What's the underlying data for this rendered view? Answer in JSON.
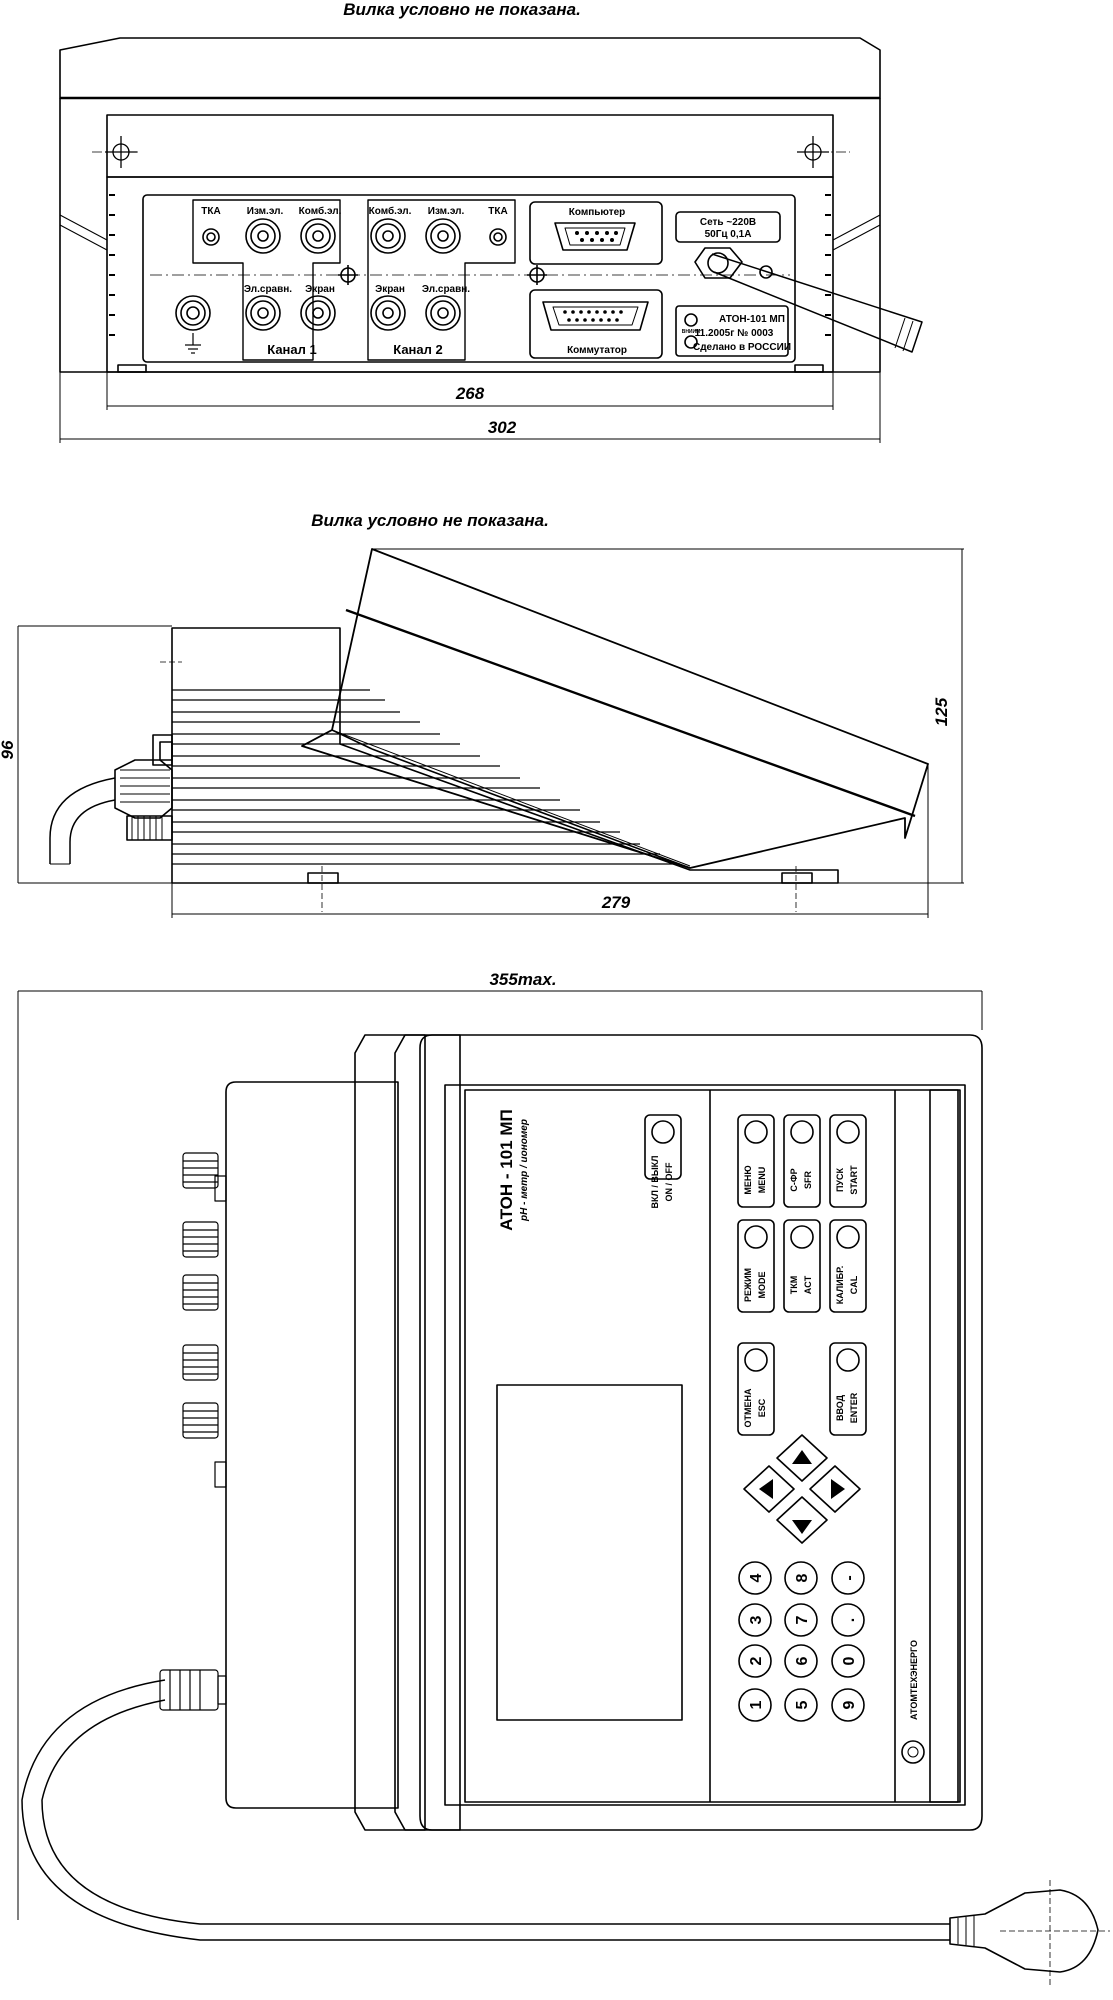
{
  "drawing": {
    "caption_top": "Вилка условно не показана.",
    "caption_side": "Вилка условно не показана.",
    "dim_back_inner": "268",
    "dim_back_outer": "302",
    "dim_side_height_left": "96",
    "dim_side_height_right": "125",
    "dim_side_depth": "279",
    "dim_top_width": "355max."
  },
  "back_panel": {
    "channel1": {
      "tka": "ТКА",
      "meas": "Изм.эл.",
      "comb": "Комб.эл.",
      "ref": "Эл.сравн.",
      "screen": "Экран",
      "title": "Канал 1"
    },
    "channel2": {
      "comb": "Комб.эл.",
      "meas": "Изм.эл.",
      "tka": "ТКА",
      "screen": "Экран",
      "ref": "Эл.сравн.",
      "title": "Канал 2"
    },
    "computer": "Компьютер",
    "switch": "Коммутатор",
    "power_line1": "Сеть ~220В",
    "power_line2": "50Гц  0,1А",
    "plate_model": "АТОН-101 МП",
    "plate_serial": "11.2005г  № 0003",
    "plate_made": "Сделано в РОССИИ",
    "plate_mark": "ВНИИМ"
  },
  "front_panel": {
    "model": "АТОН - 101 МП",
    "subtitle": "pH - метр / иономер",
    "brand": "АТОМТЕХЭНЕРГО",
    "buttons": {
      "power": [
        "ВКЛ / ВЫКЛ",
        "ON / OFF"
      ],
      "menu": [
        "МЕНЮ",
        "MENU"
      ],
      "sfr": [
        "С-ФР",
        "SFR"
      ],
      "start": [
        "ПУСК",
        "START"
      ],
      "mode": [
        "РЕЖИМ",
        "MODE"
      ],
      "act": [
        "ТКМ",
        "ACT"
      ],
      "cal": [
        "КАЛИБР.",
        "CAL"
      ],
      "esc": [
        "ОТМЕНА",
        "ESC"
      ],
      "enter": [
        "ВВОД",
        "ENTER"
      ]
    },
    "keypad": [
      "4",
      "8",
      "-",
      "3",
      "7",
      ".",
      "2",
      "6",
      "0",
      "1",
      "5",
      "9"
    ]
  }
}
